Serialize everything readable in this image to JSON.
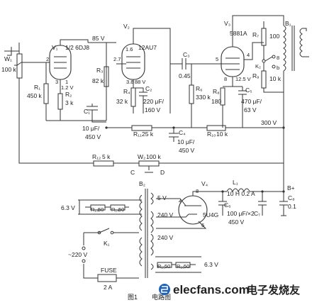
{
  "labels": {
    "w1": "W₁",
    "w1v": "100 k",
    "v1": "V₁",
    "v1t": "1/2 6DJ8",
    "v1p": "2",
    "v1k": "3",
    "v1kv": "1.2 V",
    "v1p1": "1",
    "r1": "R₁",
    "r1v": "450 k",
    "r2": "R₂",
    "r2v": "3 k",
    "b85": "85 V",
    "r3": "R₃",
    "r3v": "82 k",
    "c1": "C₁",
    "c1v1": "10 μF/",
    "c1v2": "450 V",
    "v2": "V₂",
    "v2t": "12AU7",
    "v2p1": "1.6",
    "v2p2": "2.7",
    "v2k": "3.8",
    "v2kv": "88 V",
    "r4": "R₄",
    "r4v": "32 k",
    "c2": "C₂",
    "c2v1": "220 μF/",
    "c2v2": "160 V",
    "c3": "C₃",
    "c3v": "0.45",
    "r6": "R₆",
    "r6v": "330 k",
    "r8": "R₈",
    "r8v": "180",
    "c5": "C₅",
    "c5v1": "470 μF/",
    "c5v2": "63 V",
    "v3": "V₃",
    "v3t": "5881A",
    "v3p5": "5",
    "v3p4": "4",
    "v3p8": "8",
    "v3kv": "12.5 V",
    "r7": "R₇",
    "r7v": "100",
    "r9": "R₉",
    "r9v": "10 k",
    "k2": "K₂",
    "k2b": "b",
    "k2n": "8",
    "bt": "B₁",
    "r11": "R₁₁",
    "r11v": "25 k",
    "r10": "R₁₀",
    "r10v": "10 k",
    "b300": "300 V",
    "c4": "C₄",
    "c4v1": "10 μF/",
    "c4v2": "450 V",
    "r12": "R₁₂",
    "r12v": "5 k",
    "w2": "W₂",
    "w2v": "100 k",
    "nc": "C",
    "nd": "D",
    "b2": "B₂",
    "s5v": "5 V",
    "s240a": "240 V",
    "s240b": "240 V",
    "h63a": "6.3 V",
    "h63b": "6.3 V",
    "r13": "R₁₃",
    "r13v": "50",
    "r14": "R₁₄",
    "r14v": "50",
    "r15": "R₁₅",
    "r15v": "50",
    "r16": "R₁₆",
    "r16v": "50",
    "v4": "V₄",
    "v4t": "5U4G",
    "v4p8": "8",
    "v4p4": "4",
    "v4p6": "6",
    "l1": "L₁",
    "l1v": "10 H 0.2 A",
    "bplus": "B+",
    "c6": "C₆",
    "c7": "C₇",
    "c67v1": "100 μF/×2",
    "c67v2": "450 V",
    "c8": "C₈",
    "c8v": "0.1",
    "k1": "K₁",
    "mains": "~220 V",
    "fuse": "FUSE",
    "fusev": "2 A"
  },
  "caption": {
    "fig": "图1",
    "title": "电路图"
  },
  "watermark": {
    "domain": "elecfans.com",
    "cn": "电子发烧友"
  }
}
